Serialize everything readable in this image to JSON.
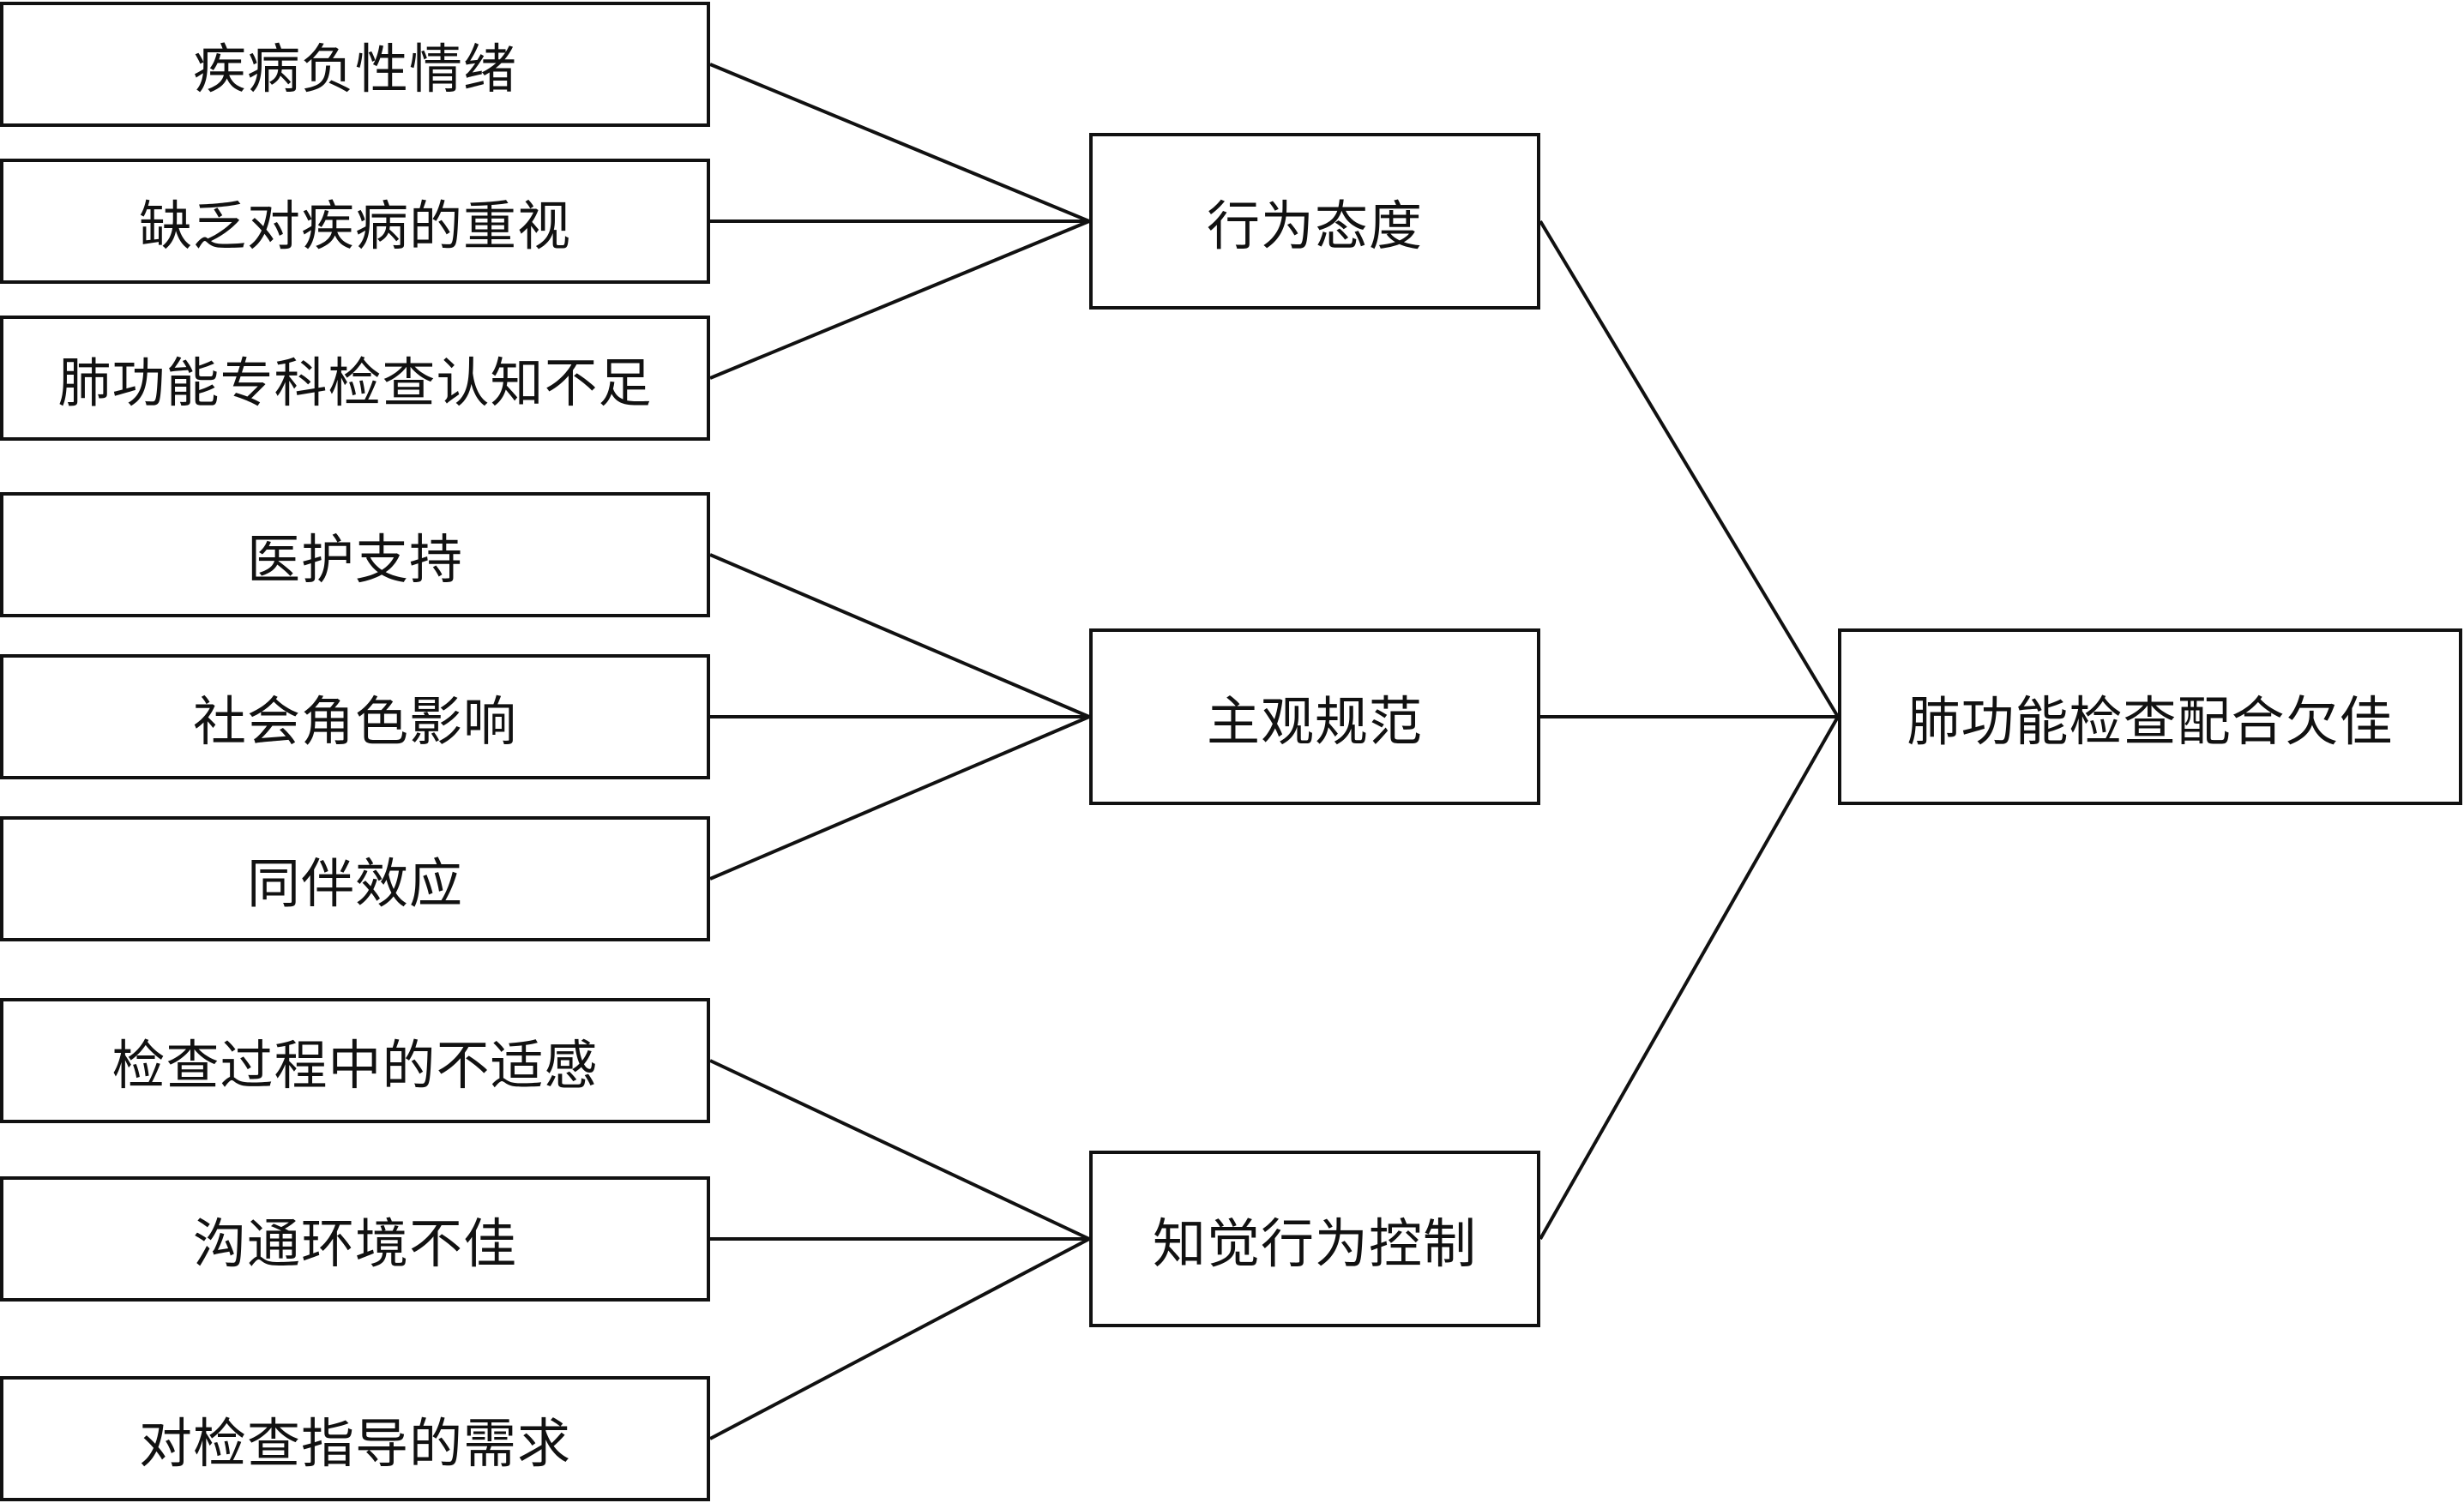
{
  "diagram": {
    "outcome": "肺功能检查配合欠佳",
    "groups": [
      {
        "construct": "行为态度",
        "factors": [
          "疾病负性情绪",
          "缺乏对疾病的重视",
          "肺功能专科检查认知不足"
        ]
      },
      {
        "construct": "主观规范",
        "factors": [
          "医护支持",
          "社会角色影响",
          "同伴效应"
        ]
      },
      {
        "construct": "知觉行为控制",
        "factors": [
          "检查过程中的不适感",
          "沟通环境不佳",
          "对检查指导的需求"
        ]
      }
    ]
  },
  "colors": {
    "line": "#111111",
    "box_border": "#111111",
    "background": "#ffffff"
  }
}
